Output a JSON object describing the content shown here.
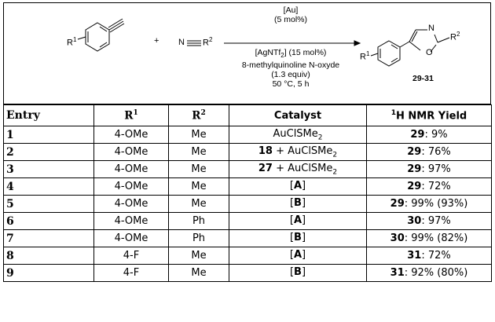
{
  "scheme": {
    "reagent_r1": "R",
    "reagent_r1_sup": "1",
    "plus": "+",
    "nitrile_n": "N",
    "nitrile_r": "R",
    "nitrile_r_sup": "2",
    "condition_line1": "[Au]",
    "condition_line2": "(5 mol%)",
    "condition_line3_a": "[AgNTf",
    "condition_line3_sub": "2",
    "condition_line3_b": "] (15 mol%)",
    "condition_line4": "8-methylquinoline N-oxyde",
    "condition_line5": "(1.3 equiv)",
    "condition_line6": "50 °C, 5 h",
    "product_n": "N",
    "product_o": "O",
    "product_r1": "R",
    "product_r1_sup": "1",
    "product_r2": "R",
    "product_r2_sup": "2",
    "product_label": "29-31"
  },
  "table": {
    "headers": {
      "entry": "Entry",
      "r1": "R",
      "r1_sup": "1",
      "r2": "R",
      "r2_sup": "2",
      "catalyst": "Catalyst",
      "yield_sup": "1",
      "yield": "H NMR Yield"
    },
    "rows": [
      {
        "entry": "1",
        "r1": "4-OMe",
        "r2": "Me",
        "cat_bold": "",
        "cat_pre": "",
        "cat_main": "AuClSMe",
        "cat_sub": "2",
        "cat_post": "",
        "y_bold": "29",
        "y_rest": ": 9%"
      },
      {
        "entry": "2",
        "r1": "4-OMe",
        "r2": "Me",
        "cat_bold": "18",
        "cat_pre": " + ",
        "cat_main": "AuClSMe",
        "cat_sub": "2",
        "cat_post": "",
        "y_bold": "29",
        "y_rest": ": 76%"
      },
      {
        "entry": "3",
        "r1": "4-OMe",
        "r2": "Me",
        "cat_bold": "27",
        "cat_pre": " + ",
        "cat_main": "AuClSMe",
        "cat_sub": "2",
        "cat_post": "",
        "y_bold": "29",
        "y_rest": ": 97%"
      },
      {
        "entry": "4",
        "r1": "4-OMe",
        "r2": "Me",
        "cat_bold": "",
        "cat_pre": "[",
        "cat_main": "A",
        "cat_sub": "",
        "cat_post": "]",
        "y_bold": "29",
        "y_rest": ": 72%"
      },
      {
        "entry": "5",
        "r1": "4-OMe",
        "r2": "Me",
        "cat_bold": "",
        "cat_pre": "[",
        "cat_main": "B",
        "cat_sub": "",
        "cat_post": "]",
        "y_bold": "29",
        "y_rest": ": 99% (93%)"
      },
      {
        "entry": "6",
        "r1": "4-OMe",
        "r2": "Ph",
        "cat_bold": "",
        "cat_pre": "[",
        "cat_main": "A",
        "cat_sub": "",
        "cat_post": "]",
        "y_bold": "30",
        "y_rest": ": 97%"
      },
      {
        "entry": "7",
        "r1": "4-OMe",
        "r2": "Ph",
        "cat_bold": "",
        "cat_pre": "[",
        "cat_main": "B",
        "cat_sub": "",
        "cat_post": "]",
        "y_bold": "30",
        "y_rest": ": 99% (82%)"
      },
      {
        "entry": "8",
        "r1": "4-F",
        "r2": "Me",
        "cat_bold": "",
        "cat_pre": "[",
        "cat_main": "A",
        "cat_sub": "",
        "cat_post": "]",
        "y_bold": "31",
        "y_rest": ": 72%"
      },
      {
        "entry": "9",
        "r1": "4-F",
        "r2": "Me",
        "cat_bold": "",
        "cat_pre": "[",
        "cat_main": "B",
        "cat_sub": "",
        "cat_post": "]",
        "y_bold": "31",
        "y_rest": ": 92% (80%)"
      }
    ]
  }
}
